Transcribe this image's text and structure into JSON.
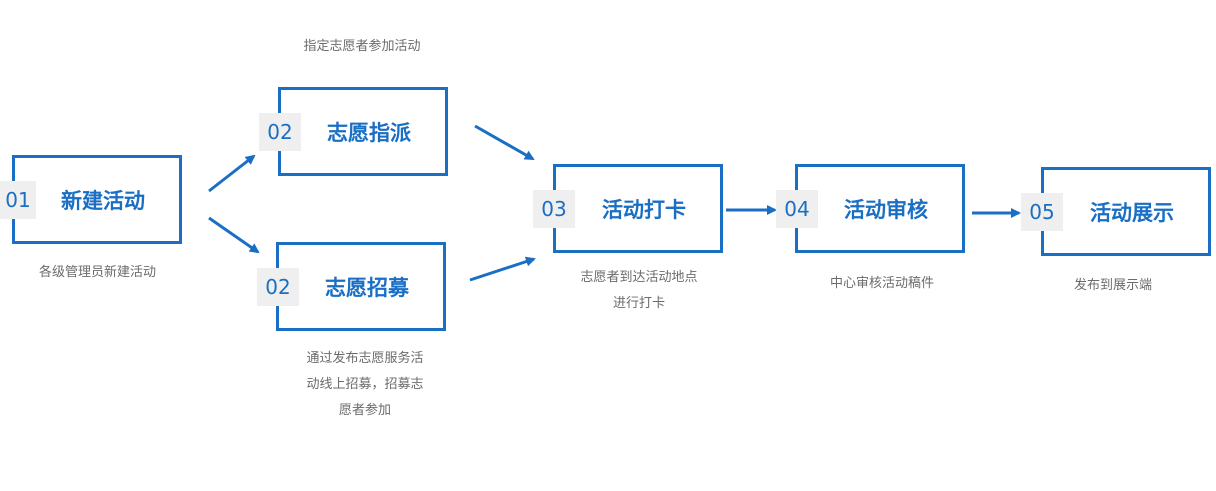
{
  "colors": {
    "accent": "#1a6fc4",
    "number_bg": "#efefef",
    "caption": "#6b6b6b"
  },
  "steps": [
    {
      "number": "01",
      "title": "新建活动",
      "caption": "各级管理员新建活动"
    },
    {
      "number": "02",
      "title": "志愿指派",
      "caption": "指定志愿者参加活动"
    },
    {
      "number": "02",
      "title": "志愿招募",
      "caption_lines": [
        "通过发布志愿服务活",
        "动线上招募，招募志",
        "愿者参加"
      ]
    },
    {
      "number": "03",
      "title": "活动打卡",
      "caption_lines": [
        "志愿者到达活动地点",
        "进行打卡"
      ]
    },
    {
      "number": "04",
      "title": "活动审核",
      "caption": "中心审核活动稿件"
    },
    {
      "number": "05",
      "title": "活动展示",
      "caption": "发布到展示端"
    }
  ]
}
